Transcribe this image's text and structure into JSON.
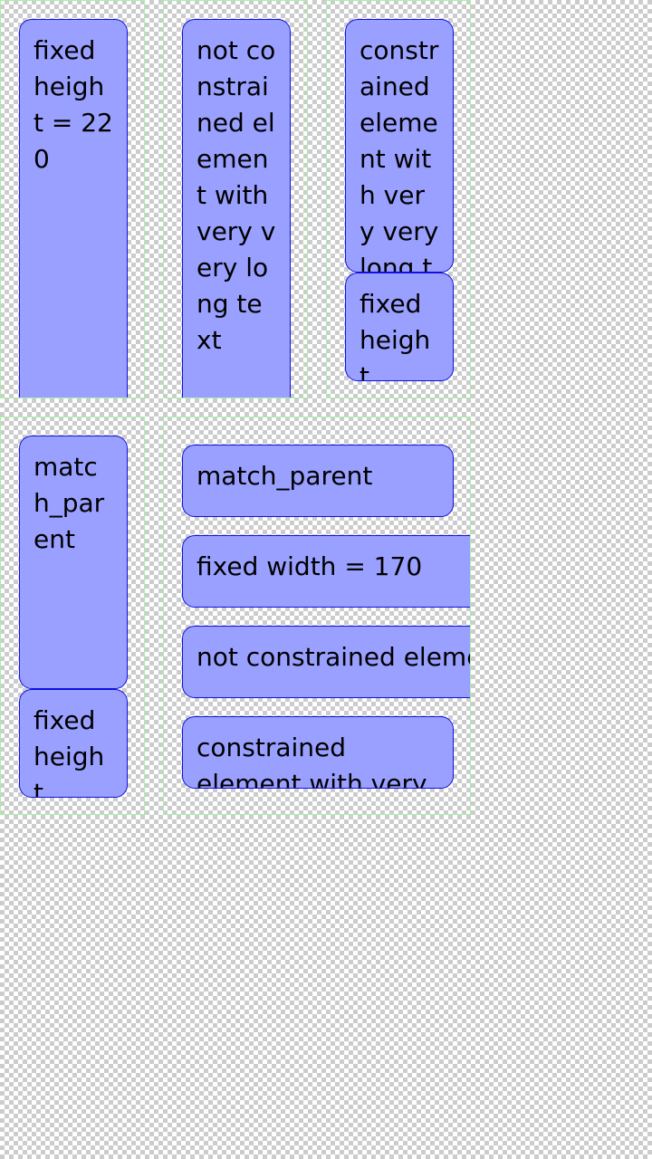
{
  "boxes": {
    "fixed_height_220": "fixed height = 220",
    "not_constrained_tall": "not constrained element with very very long text",
    "constrained_tall": "constrained element with very very long text",
    "fixed_height_short_1": "fixed height",
    "match_parent_vertical": "match_parent",
    "fixed_height_short_2": "fixed height",
    "match_parent_horizontal": "match_parent",
    "fixed_width_170": "fixed width = 170",
    "not_constrained_wide": "not constrained element with very very long text",
    "constrained_wide": "constrained element with very very long text"
  },
  "colors": {
    "box_fill": "#9aa0ff",
    "box_border": "#1010e0",
    "container_border": "#a6f0a6"
  }
}
